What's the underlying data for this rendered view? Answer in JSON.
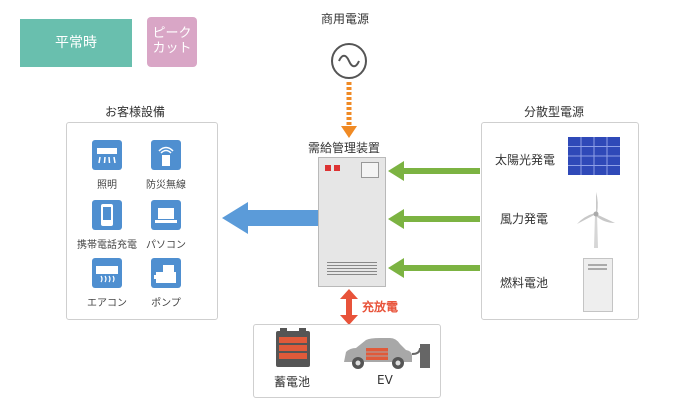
{
  "mode_buttons": {
    "normal": "平常時",
    "peak_cut": "ピーク\nカット"
  },
  "grid": {
    "label": "商用電源"
  },
  "controller": {
    "label": "需給管理装置"
  },
  "customer": {
    "title": "お客様設備",
    "items": [
      {
        "label": "照明",
        "icon": "light-icon"
      },
      {
        "label": "防災無線",
        "icon": "radio-icon"
      },
      {
        "label": "携帯電話充電",
        "icon": "phone-icon"
      },
      {
        "label": "パソコン",
        "icon": "laptop-icon"
      },
      {
        "label": "エアコン",
        "icon": "aircon-icon"
      },
      {
        "label": "ポンプ",
        "icon": "pump-icon"
      }
    ]
  },
  "distributed": {
    "title": "分散型電源",
    "items": [
      {
        "label": "太陽光発電",
        "icon": "solar-panel-icon"
      },
      {
        "label": "風力発電",
        "icon": "wind-turbine-icon"
      },
      {
        "label": "燃料電池",
        "icon": "fuel-cell-icon"
      }
    ]
  },
  "charge": {
    "label": "充放電"
  },
  "storage": {
    "battery_label": "蓄電池",
    "ev_label": "EV"
  },
  "colors": {
    "teal": "#69bfae",
    "pink": "#d9a6c6",
    "blue": "#5b9bd9",
    "green": "#7cb342",
    "orange": "#f08a24",
    "red_arrow": "#e8533a"
  }
}
